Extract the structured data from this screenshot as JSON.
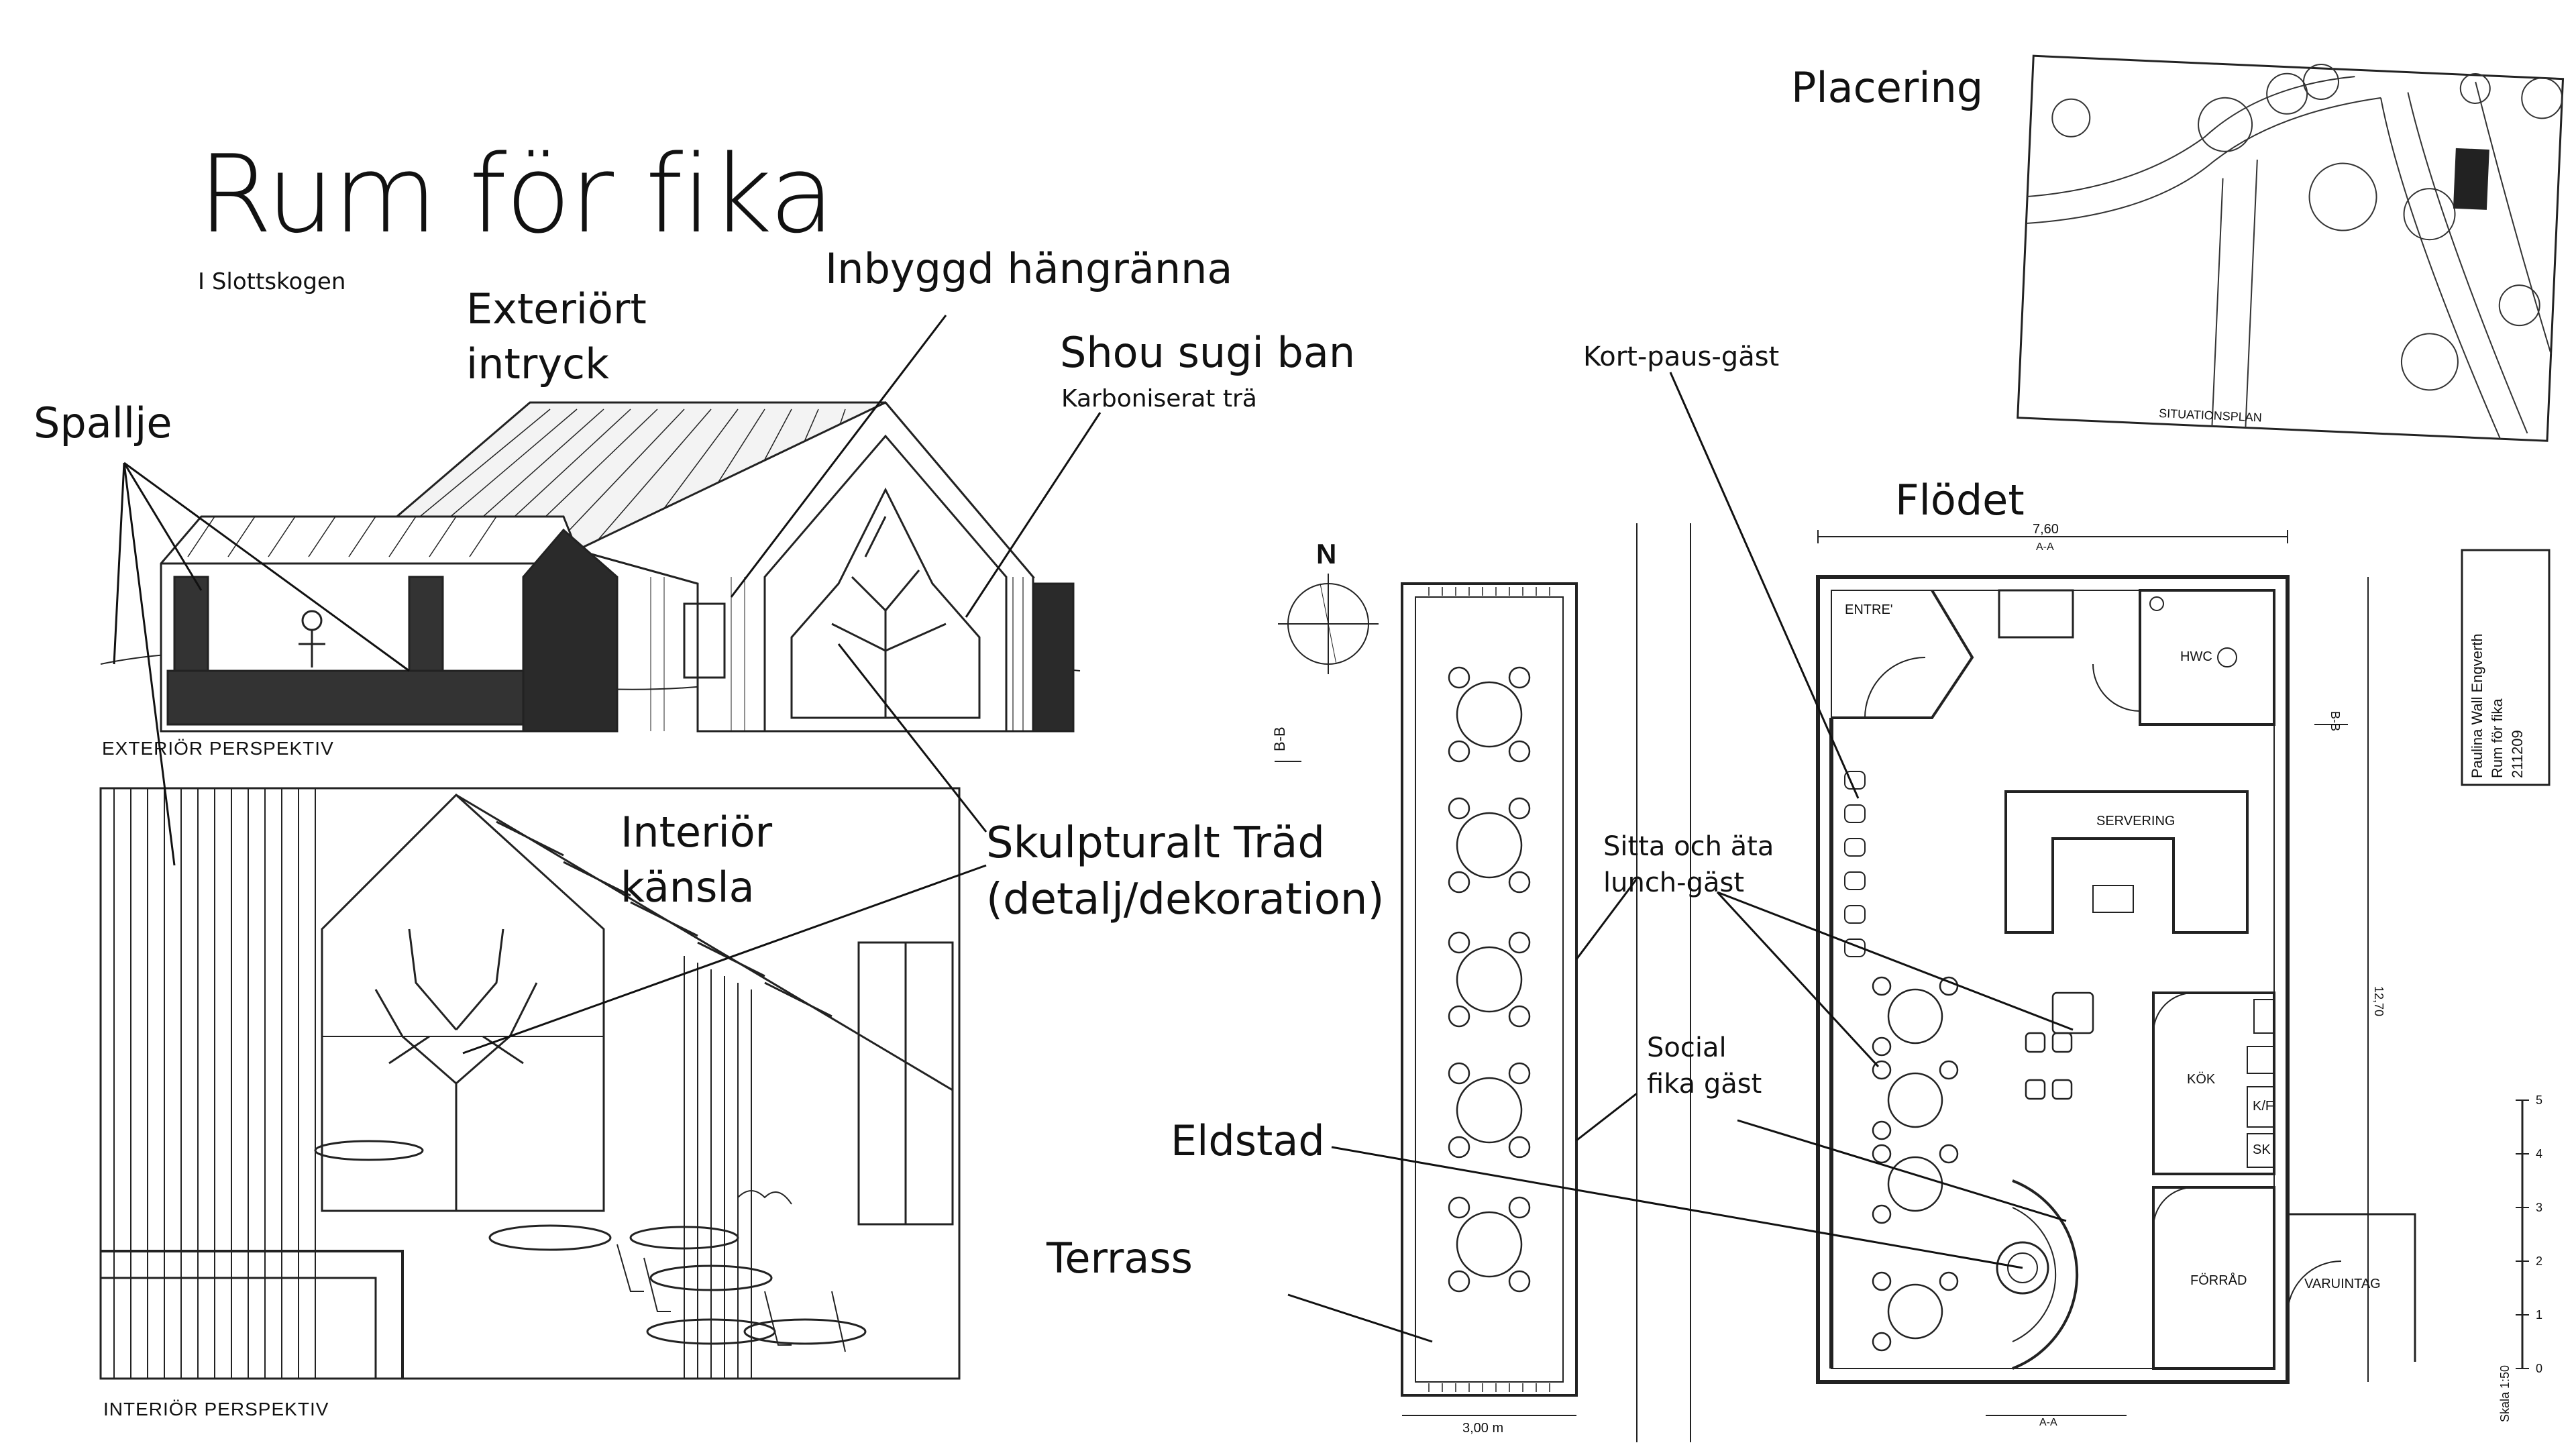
{
  "title": "Rum för fika",
  "subtitle": "I Slottskogen",
  "labels": {
    "exterior_impression": [
      "Exteriört",
      "intryck"
    ],
    "spallje": "Spallje",
    "gutter": "Inbyggd hängränna",
    "shou_sugi_ban": "Shou sugi ban",
    "shou_sugi_ban_sub": "Karboniserat trä",
    "interior_feel": [
      "Interiör",
      "känsla"
    ],
    "tree": [
      "Skulpturalt Träd",
      "(detalj/dekoration)"
    ],
    "fireplace": "Eldstad",
    "terrace": "Terrass",
    "placement": "Placering",
    "flow": "Flödet",
    "short_break_guest": "Kort-paus-gäst",
    "lunch_guest": [
      "Sitta och äta",
      "lunch-gäst"
    ],
    "social_guest": [
      "Social",
      "fika gäst"
    ]
  },
  "captions": {
    "exterior": "EXTERIÖR PERSPEKTIV",
    "interior": "INTERIÖR PERSPEKTIV",
    "site_plan": "SITUATIONSPLAN"
  },
  "plan": {
    "north": "N",
    "dimension_width": "7,60",
    "dimension_length": "12,70",
    "dimension_terrace": "3,00 m",
    "section_aa": "A-A",
    "section_bb": "B-B",
    "rooms": {
      "entrance": "ENTRE'",
      "hwc": "HWC",
      "serving": "SERVERING",
      "kitchen": "KÖK",
      "kf": "K/F",
      "sk": "SK",
      "storage": "FÖRRÅD",
      "goods_intake": "VARUINTAG"
    },
    "title_block": [
      "Paulina Wall Engverth",
      "Rum för fika",
      "211209"
    ],
    "scale": "Skala 1:50",
    "scale_ticks": [
      "0",
      "1",
      "2",
      "3",
      "4",
      "5"
    ]
  }
}
